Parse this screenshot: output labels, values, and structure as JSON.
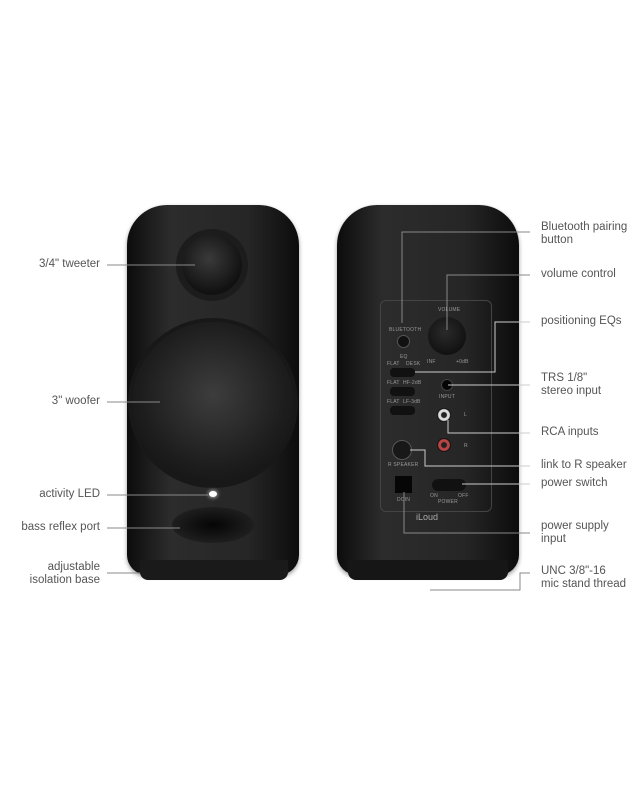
{
  "left_labels": {
    "tweeter": "3/4\" tweeter",
    "woofer": "3\" woofer",
    "led": "activity LED",
    "port": "bass reflex port",
    "base_line1": "adjustable",
    "base_line2": "isolation base"
  },
  "right_labels": {
    "bluetooth_line1": "Bluetooth pairing",
    "bluetooth_line2": "button",
    "volume": "volume control",
    "eq": "positioning EQs",
    "trs_line1": "TRS 1/8\"",
    "trs_line2": "stereo input",
    "rca": "RCA inputs",
    "link": "link to R speaker",
    "power_switch": "power switch",
    "psu_line1": "power supply",
    "psu_line2": "input",
    "unc_line1": "UNC 3/8\"-16",
    "unc_line2": "mic stand thread"
  },
  "panel": {
    "bluetooth": "BLUETOOTH",
    "volume": "VOLUME",
    "vol_min": "INF",
    "vol_max": "+0dB",
    "eq": "EQ",
    "flat": "FLAT",
    "desk": "DESK",
    "hf": "HF-2dB",
    "lf": "LF-3dB",
    "input": "INPUT",
    "l": "L",
    "r": "R",
    "r_speaker": "R SPEAKER",
    "dcin": "DCIN",
    "on": "ON",
    "off": "OFF",
    "power": "POWER",
    "brand": "iLoud"
  }
}
